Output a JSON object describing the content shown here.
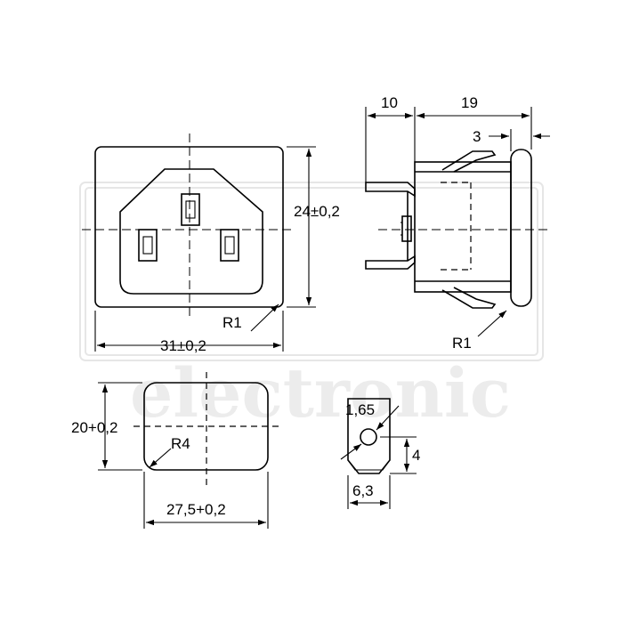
{
  "watermark": {
    "text": "electronic",
    "color": "#ececec"
  },
  "dimensions": {
    "front_width": "31±0,2",
    "front_height": "24±0,2",
    "front_corner_radius": "R1",
    "side_depth_rear": "10",
    "side_depth_front": "19",
    "side_flange": "3",
    "side_corner_radius": "R1",
    "cutout_height": "20+0,2",
    "cutout_width": "27,5+0,2",
    "cutout_radius": "R4",
    "terminal_hole": "1,65",
    "terminal_height": "4",
    "terminal_width": "6,3"
  },
  "line_color": "#000000"
}
